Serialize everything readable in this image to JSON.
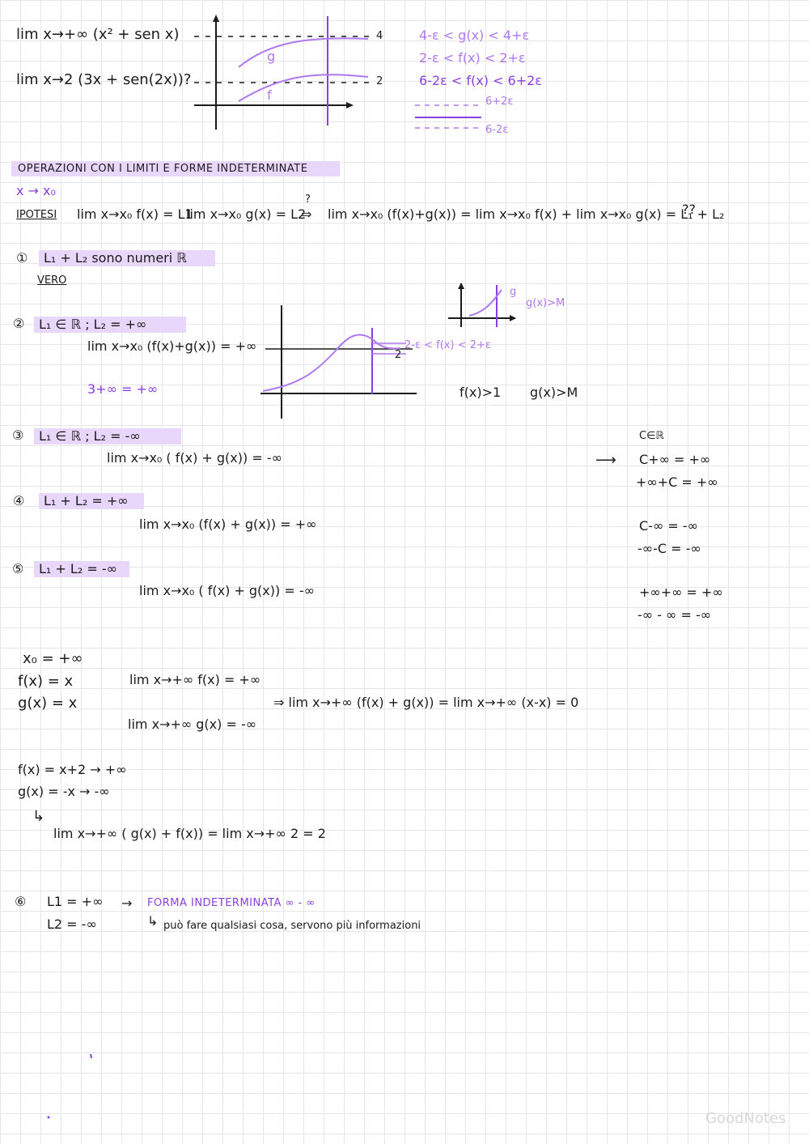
{
  "top_block": {
    "limit1": "lim x→+∞ (x² + sen x)",
    "limit2": "lim x→2 (3x + sen(2x))?",
    "graph1": {
      "label_g": "g",
      "label_f": "f",
      "tick_4": "4",
      "tick_2": "2"
    },
    "ineq1": "4-ε < g(x) < 4+ε",
    "ineq2": "2-ε < f(x) < 2+ε",
    "ineq3": "6-2ε < f(x) < 6+2ε",
    "band_top": "6+2ε",
    "band_bottom": "6-2ε"
  },
  "section": {
    "title": "OPERAZIONI CON I LIMITI E FORME INDETERMINATE",
    "approach": "x → x₀",
    "hypothesis_label": "IPOTESI",
    "hypothesis_f": "lim x→x₀ f(x) = L1",
    "hypothesis_g": "lim x→x₀ g(x) = L2",
    "implies": "⇒",
    "question_mark": "?",
    "sum_claim": "lim x→x₀ (f(x)+g(x)) = lim x→x₀ f(x) + lim x→x₀ g(x) = L₁ + L₂",
    "double_q": "??"
  },
  "cases": [
    {
      "num": "①",
      "head": "L₁ + L₂ sono numeri ℝ",
      "note": "VERO"
    },
    {
      "num": "②",
      "head": "L₁ ∈ ℝ ; L₂ = +∞",
      "body": "lim x→x₀ (f(x)+g(x)) = +∞",
      "note": "3+∞ = +∞"
    },
    {
      "num": "③",
      "head": "L₁ ∈ ℝ ; L₂ = -∞",
      "body": "lim x→x₀ ( f(x) + g(x)) = -∞"
    },
    {
      "num": "④",
      "head": "L₁ + L₂ = +∞",
      "body": "lim x→x₀ (f(x) + g(x)) = +∞"
    },
    {
      "num": "⑤",
      "head": "L₁ + L₂ = -∞",
      "body": "lim x→x₀ ( f(x) + g(x)) = -∞"
    }
  ],
  "middle": {
    "graph2_tick": "2",
    "graph2_band": "2-ε < f(x) < 2+ε",
    "graph3_label_g": "g",
    "graph3_label_cond": "g(x)>M",
    "f_cond": "f(x)>1",
    "g_cond": "g(x)>M"
  },
  "rules": {
    "arrow": "⟶",
    "items": [
      "C∈ℝ",
      "C+∞ = +∞",
      "+∞+C = +∞",
      "C-∞ = -∞",
      "-∞-C = -∞",
      "+∞+∞ = +∞",
      "-∞ - ∞ = -∞"
    ]
  },
  "example1": {
    "x0": "x₀ = +∞",
    "f": "f(x) = x",
    "g": "g(x) = x",
    "lim_f": "lim x→+∞ f(x) = +∞",
    "lim_g": "lim x→+∞ g(x) = -∞",
    "result": "⇒ lim x→+∞ (f(x) + g(x)) = lim x→+∞ (x-x) = 0"
  },
  "example2": {
    "f": "f(x) = x+2 → +∞",
    "g": "g(x) = -x → -∞",
    "arrow": "↳",
    "result": "lim x→+∞ ( g(x) + f(x)) = lim x→+∞ 2 = 2"
  },
  "case6": {
    "num": "⑥",
    "l1": "L1 = +∞",
    "l2": "L2 = -∞",
    "arrow": "→",
    "label": "FORMA INDETERMINATA ∞ - ∞",
    "sub_arrow": "↳",
    "note": "può fare qualsiasi cosa, servono più informazioni"
  },
  "footer": {
    "watermark": "GoodNotes"
  },
  "colors": {
    "purple": "#8a3fe0",
    "light_purple": "#b078ee",
    "highlight": "#e9d6fb",
    "ink": "#1b1b1b"
  }
}
